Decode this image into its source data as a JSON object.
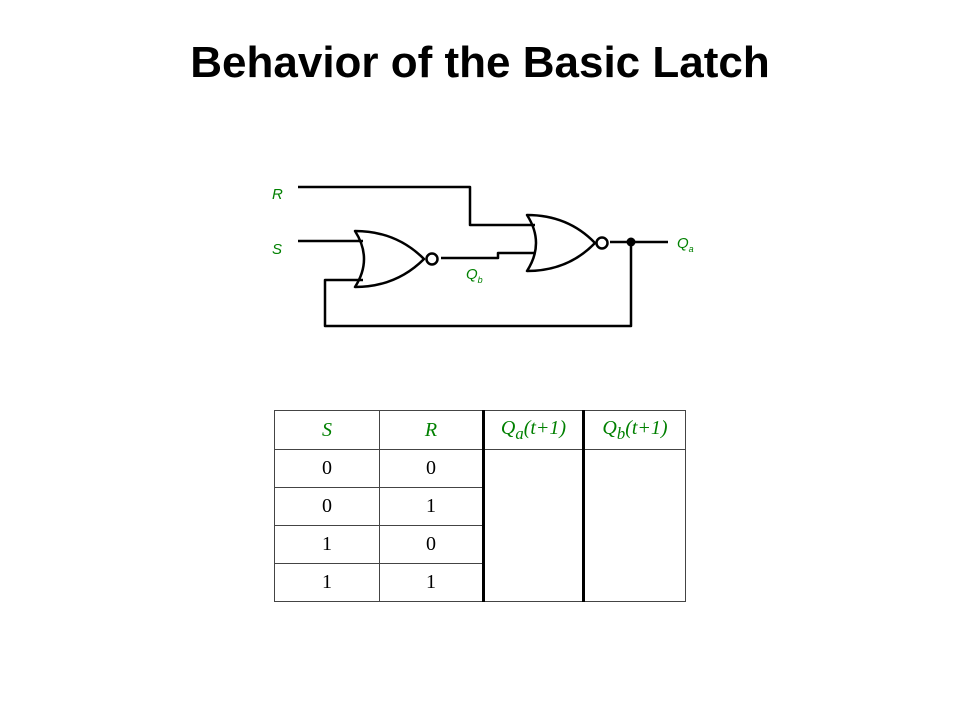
{
  "title": "Behavior of the Basic Latch",
  "colors": {
    "wire": "#000000",
    "label": "#008000",
    "text": "#000000"
  },
  "circuit": {
    "input_r": "R",
    "input_s": "S",
    "output_qa": {
      "base": "Q",
      "sub": "a"
    },
    "output_qb": {
      "base": "Q",
      "sub": "b"
    }
  },
  "truth_table": {
    "headers": {
      "s": "S",
      "r": "R",
      "qa": {
        "base": "Q",
        "sub": "a",
        "suffix": "(t+1)"
      },
      "qb": {
        "base": "Q",
        "sub": "b",
        "suffix": "(t+1)"
      }
    },
    "rows": [
      {
        "s": "0",
        "r": "0",
        "qa": "",
        "qb": ""
      },
      {
        "s": "0",
        "r": "1",
        "qa": "",
        "qb": ""
      },
      {
        "s": "1",
        "r": "0",
        "qa": "",
        "qb": ""
      },
      {
        "s": "1",
        "r": "1",
        "qa": "",
        "qb": ""
      }
    ]
  }
}
